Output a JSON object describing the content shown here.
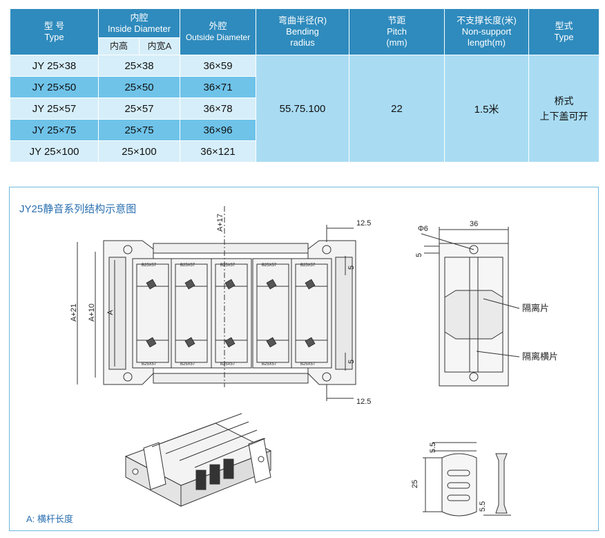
{
  "table": {
    "header": {
      "type_cn": "型 号",
      "type_en": "Type",
      "inside_cn": "内腔",
      "inside_en": "Inside Diameter",
      "inside_h": "内高",
      "inside_w": "内宽A",
      "outside_cn": "外腔",
      "outside_en": "Outside Diameter",
      "bend_cn": "弯曲半径(R)",
      "bend_en1": "Bending",
      "bend_en2": "radius",
      "pitch_cn": "节距",
      "pitch_en": "Pitch",
      "pitch_unit": "(mm)",
      "nons_cn": "不支撑长度(米)",
      "nons_en1": "Non-support",
      "nons_en2": "length(m)",
      "form_cn": "型式",
      "form_en": "Type"
    },
    "rows": [
      {
        "type": "JY  25×38",
        "inside": "25×38",
        "outside": "36×59"
      },
      {
        "type": "JY  25×50",
        "inside": "25×50",
        "outside": "36×71"
      },
      {
        "type": "JY  25×57",
        "inside": "25×57",
        "outside": "36×78"
      },
      {
        "type": "JY  25×75",
        "inside": "25×75",
        "outside": "36×96"
      },
      {
        "type": "JY  25×100",
        "inside": "25×100",
        "outside": "36×121"
      }
    ],
    "bending": "55.75.100",
    "pitch": "22",
    "nonsupport": "1.5米",
    "form1": "桥式",
    "form2": "上下盖可开"
  },
  "drawing": {
    "title": "JY25静音系列结构示意图",
    "dim_a17": "A+17",
    "dim_a21": "A+21",
    "dim_a10": "A+10",
    "dim_a": "A",
    "dim_125_top": "12.5",
    "dim_125_bot": "12.5",
    "dim_5_top": "5",
    "dim_5_bot": "5",
    "dim_phi6": "Φ6",
    "dim_36": "36",
    "dim_5_side": "5",
    "label_separator": "隔离片",
    "label_crossbar": "隔离横片",
    "link_mark": "B25X57",
    "dim_55_top": "5.5",
    "dim_25": "25",
    "dim_55_bot": "5.5",
    "note": "A:  横杆长度"
  },
  "colors": {
    "header": "#2f8bbd",
    "row_light": "#d6eef9",
    "row_dark": "#6fc3e9",
    "merged": "#a9dcf3",
    "accent": "#2a6fb0"
  }
}
